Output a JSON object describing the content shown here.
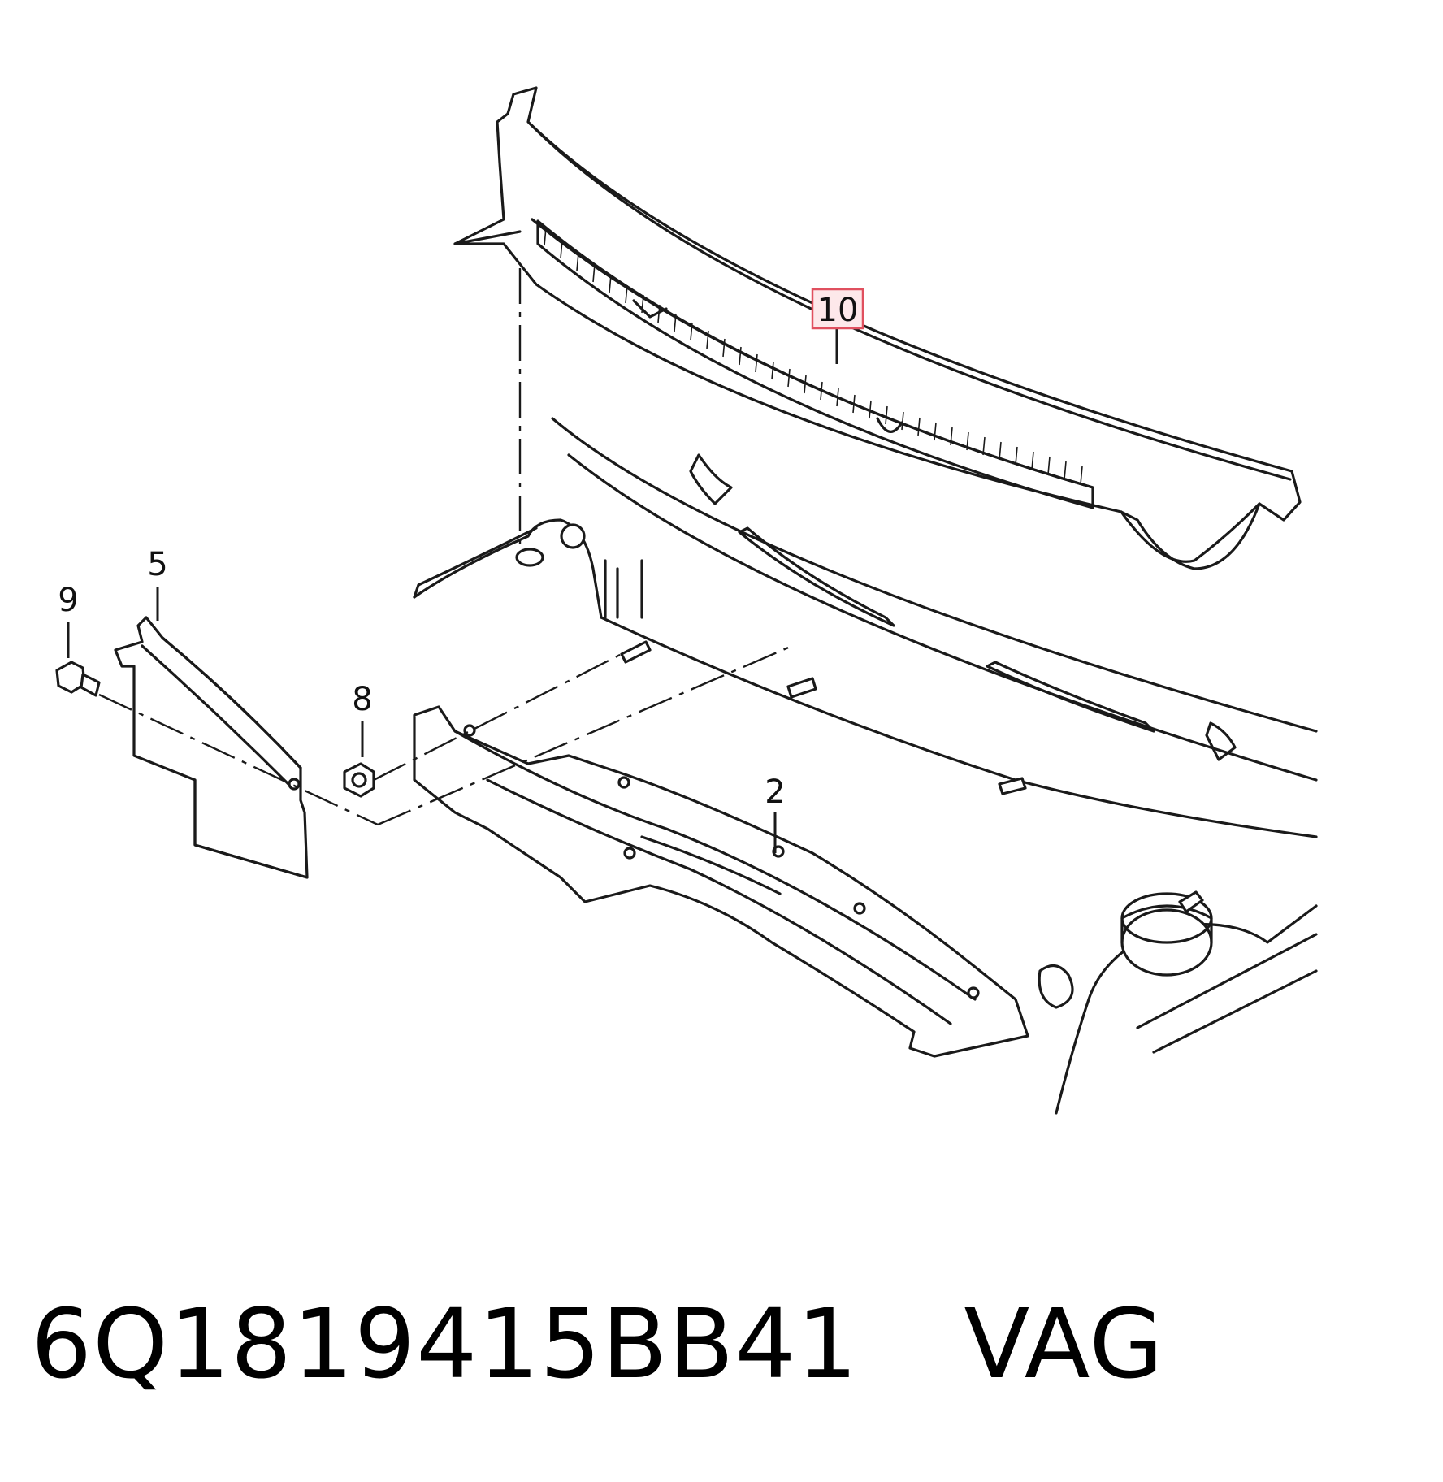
{
  "diagram": {
    "callouts": [
      {
        "id": "10",
        "label": "10",
        "highlighted": true
      },
      {
        "id": "5",
        "label": "5"
      },
      {
        "id": "9",
        "label": "9"
      },
      {
        "id": "8",
        "label": "8"
      },
      {
        "id": "2",
        "label": "2"
      }
    ],
    "highlight_color": "#e0505f"
  },
  "caption": {
    "part_number": "6Q1819415BB41",
    "brand": "VAG"
  }
}
